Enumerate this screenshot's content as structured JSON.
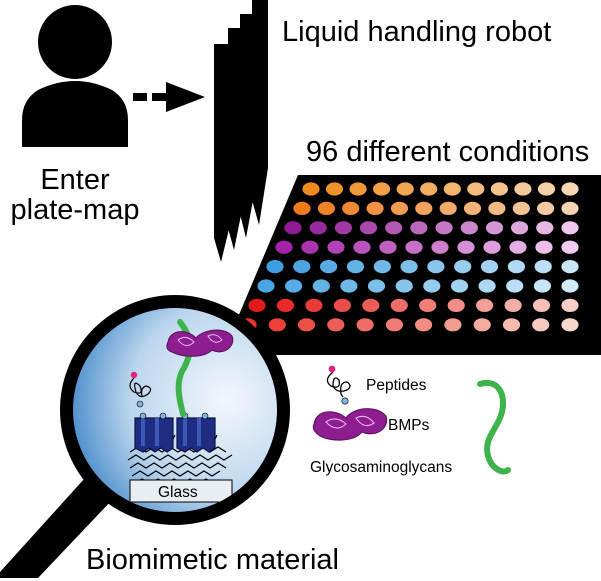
{
  "labels": {
    "robot": "Liquid handling robot",
    "conditions": "96 different conditions",
    "user_line1": "Enter",
    "user_line2": "plate-map",
    "material": "Biomimetic material",
    "glass": "Glass",
    "peptides": "Peptides",
    "bmps": "BMPs",
    "gags": "Glycosaminoglycans"
  },
  "colors": {
    "black": "#000000",
    "gag_green": "#3cb44b",
    "bmp_purple": "#8e1d90",
    "peptide_pink": "#e2207f",
    "peptide_blue": "#7fb2e0",
    "receptor_blue": "#1e2c82",
    "lens_edge": "#2d7fc6",
    "lens_center": "#e9f1fa"
  },
  "plate": {
    "rows": 8,
    "cols": 12,
    "row_colors": [
      [
        "#f08a1c",
        "#f6d8b6"
      ],
      [
        "#f07a1a",
        "#f6d2ae"
      ],
      [
        "#8f1a94",
        "#efc6ec"
      ],
      [
        "#a324a8",
        "#f2ccf0"
      ],
      [
        "#3f9ee0",
        "#c9e6f7"
      ],
      [
        "#4aa6e3",
        "#d2ebf9"
      ],
      [
        "#e41b1b",
        "#f8cfc6"
      ],
      [
        "#e8322a",
        "#f9d8cc"
      ]
    ]
  }
}
